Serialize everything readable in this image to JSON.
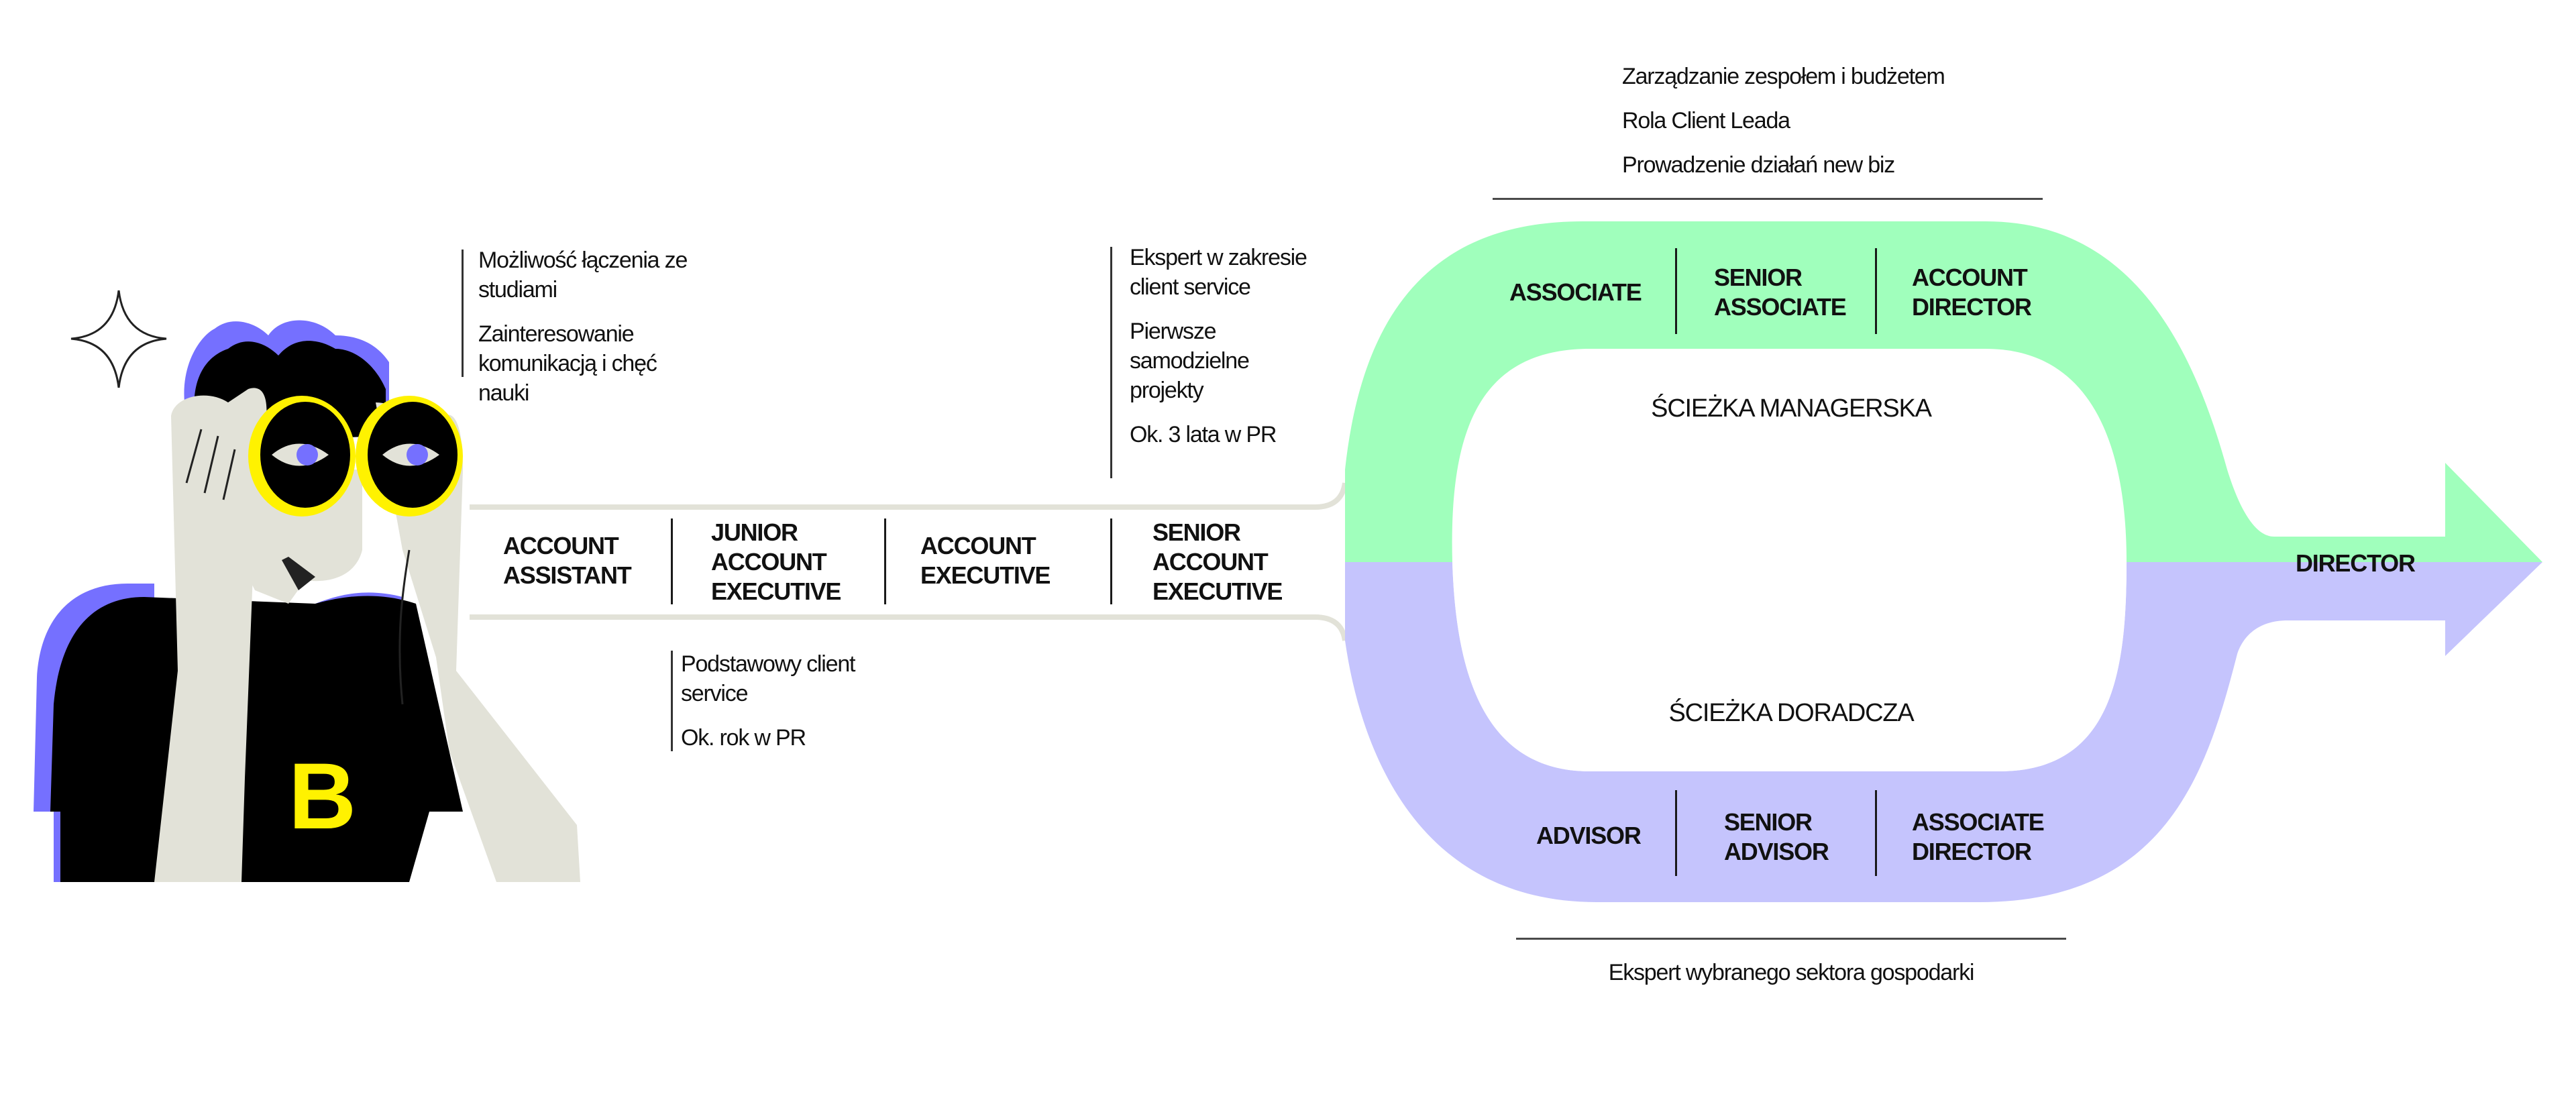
{
  "colors": {
    "managerial_path": "#a0ffbc",
    "advisory_path": "#c5c4fd",
    "track": "#e2e2d8",
    "accent_purple": "#7570ff",
    "accent_yellow": "#fff200",
    "skin": "#e2e2d8",
    "ink": "#000000"
  },
  "illustration": {
    "icon": "person-with-binoculars-icon",
    "sparkle_icon": "four-point-star-icon",
    "shirt_logo": "B"
  },
  "entry_track": {
    "roles": [
      {
        "label": "ACCOUNT\nASSISTANT"
      },
      {
        "label": "JUNIOR\nACCOUNT\nEXECUTIVE"
      },
      {
        "label": "ACCOUNT\nEXECUTIVE"
      },
      {
        "label": "SENIOR\nACCOUNT\nEXECUTIVE"
      }
    ],
    "notes_assistant": [
      "Możliwość łączenia ze studiami",
      "Zainteresowanie komunikacją i chęć nauki"
    ],
    "notes_junior": [
      "Podstawowy client service",
      "Ok. rok w PR"
    ],
    "notes_senior": [
      "Ekspert w zakresie client service",
      "Pierwsze samodzielne projekty",
      "Ok. 3 lata w PR"
    ]
  },
  "managerial": {
    "title": "ŚCIEŻKA MANAGERSKA",
    "roles": [
      {
        "label": "ASSOCIATE"
      },
      {
        "label": "SENIOR\nASSOCIATE"
      },
      {
        "label": "ACCOUNT\nDIRECTOR"
      }
    ],
    "notes": [
      "Zarządzanie zespołem i budżetem",
      "Rola Client Leada",
      "Prowadzenie działań new biz"
    ]
  },
  "advisory": {
    "title": "ŚCIEŻKA DORADCZA",
    "roles": [
      {
        "label": "ADVISOR"
      },
      {
        "label": "SENIOR\nADVISOR"
      },
      {
        "label": "ASSOCIATE\nDIRECTOR"
      }
    ],
    "notes": [
      "Ekspert wybranego sektora gospodarki"
    ]
  },
  "final_role": {
    "label": "DIRECTOR",
    "icon": "arrow-right-icon"
  }
}
